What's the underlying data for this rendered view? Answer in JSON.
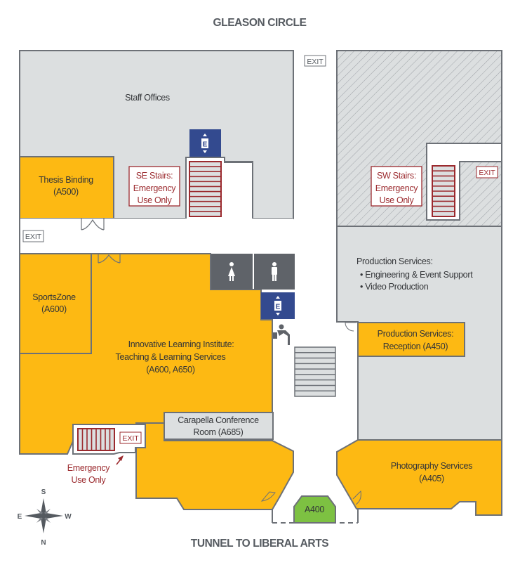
{
  "map": {
    "north_label": "GLEASON CIRCLE",
    "south_label": "TUNNEL TO LIBERAL ARTS",
    "colors": {
      "occupied_room": "#fdb913",
      "staff_area": "#dcdfe0",
      "wall": "#6d7177",
      "elevator": "#334a8f",
      "restroom": "#5f6369",
      "emergency": "#9b2a2e",
      "highlight_room": "#7dc142"
    },
    "rooms": {
      "staff_offices": "Staff Offices",
      "thesis_binding": [
        "Thesis Binding",
        "(A500)"
      ],
      "sportszone": [
        "SportsZone",
        "(A600)"
      ],
      "ili": [
        "Innovative Learning Institute:",
        "Teaching & Learning Services",
        "(A600, A650)"
      ],
      "carapella": [
        "Carapella Conference",
        "Room (A685)"
      ],
      "production_services": {
        "title": "Production Services:",
        "items": [
          "• Engineering & Event Support",
          "• Video Production"
        ]
      },
      "production_reception": [
        "Production Services:",
        "Reception (A450)"
      ],
      "photography": [
        "Photography Services",
        "(A405)"
      ],
      "a400": "A400"
    },
    "stairs_notes": {
      "se": [
        "SE Stairs:",
        "Emergency",
        "Use Only"
      ],
      "sw": [
        "SW Stairs:",
        "Emergency",
        "Use Only"
      ],
      "bottom": [
        "Emergency",
        "Use Only"
      ]
    },
    "exit_label": "EXIT",
    "elevator_label": "E",
    "icons": {
      "elevator": "elevator-icon",
      "restroom_women": "women-restroom-icon",
      "restroom_men": "men-restroom-icon",
      "water_fountain": "water-fountain-icon",
      "compass": "compass-rose-icon"
    },
    "compass": {
      "top": "S",
      "right": "W",
      "bottom": "N",
      "left": "E"
    }
  }
}
